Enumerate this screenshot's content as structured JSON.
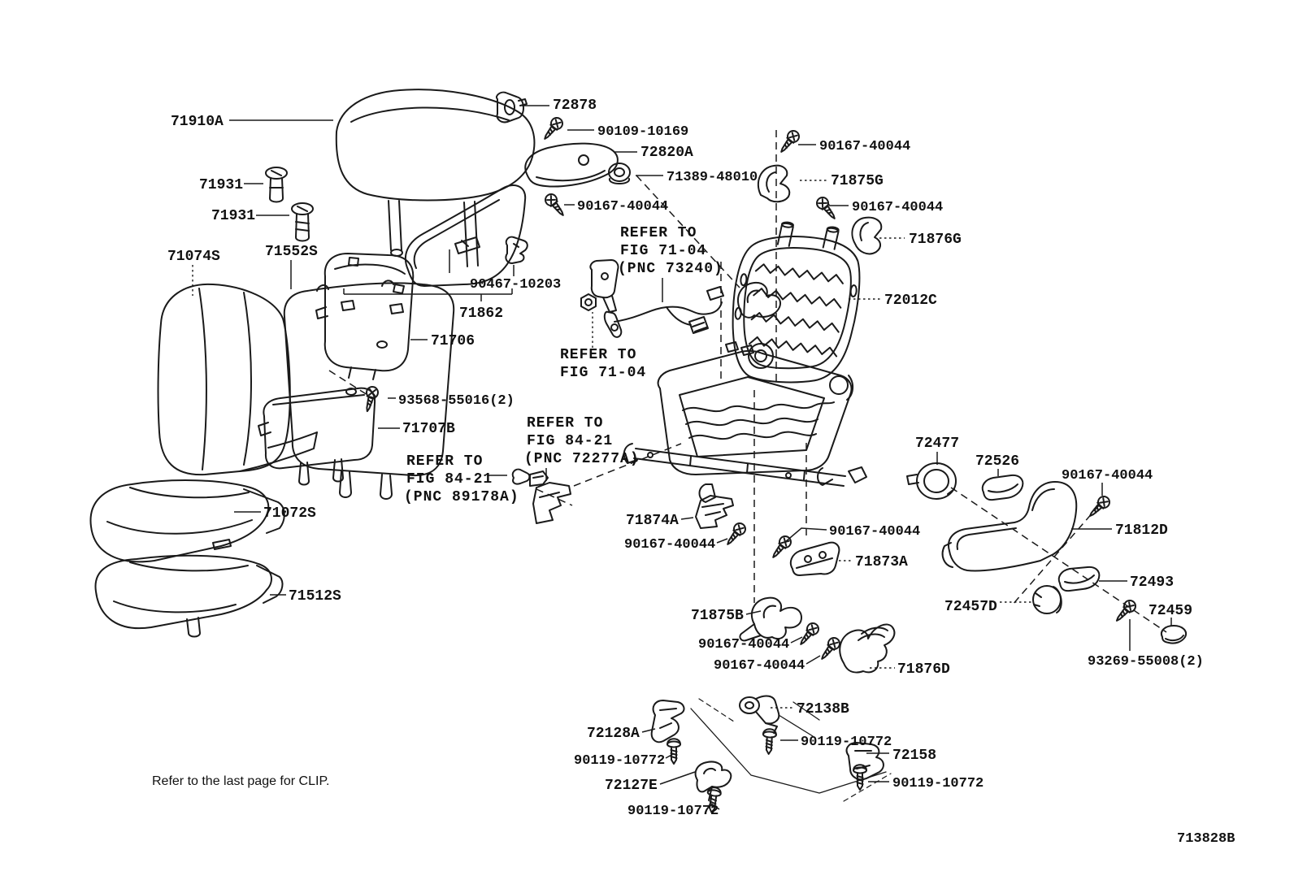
{
  "footer_note": "Refer to the last page for CLIP.",
  "figure_code": "713828B",
  "colors": {
    "line": "#1a1a1a",
    "background": "#ffffff"
  },
  "labels": {
    "p71910A": "71910A",
    "p71931": "71931",
    "p71074S": "71074S",
    "p71552S": "71552S",
    "p71072S": "71072S",
    "p71512S": "71512S",
    "p71706": "71706",
    "p71707B": "71707B",
    "p71862": "71862",
    "p90467": "90467-10203",
    "p93568": "93568-55016(2)",
    "p72878": "72878",
    "p90109": "90109-10169",
    "p72820A": "72820A",
    "p71389": "71389-48010",
    "p90167": "90167-40044",
    "p71875G": "71875G",
    "p71876G": "71876G",
    "p72012C": "72012C",
    "p71874A": "71874A",
    "p71873A": "71873A",
    "p71875B": "71875B",
    "p71876D": "71876D",
    "p72477": "72477",
    "p72526": "72526",
    "p71812D": "71812D",
    "p72493": "72493",
    "p72457D": "72457D",
    "p72459": "72459",
    "p93269": "93269-55008(2)",
    "p72138B": "72138B",
    "p72128A": "72128A",
    "p72127E": "72127E",
    "p72158": "72158",
    "p90119": "90119-10772",
    "referTo": "REFER TO",
    "fig7104": "FIG 71-04",
    "fig8421": "FIG 84-21",
    "pnc73240": "(PNC 73240)",
    "pnc72277A": "(PNC 72277A)",
    "pnc89178A": "(PNC 89178A)"
  }
}
